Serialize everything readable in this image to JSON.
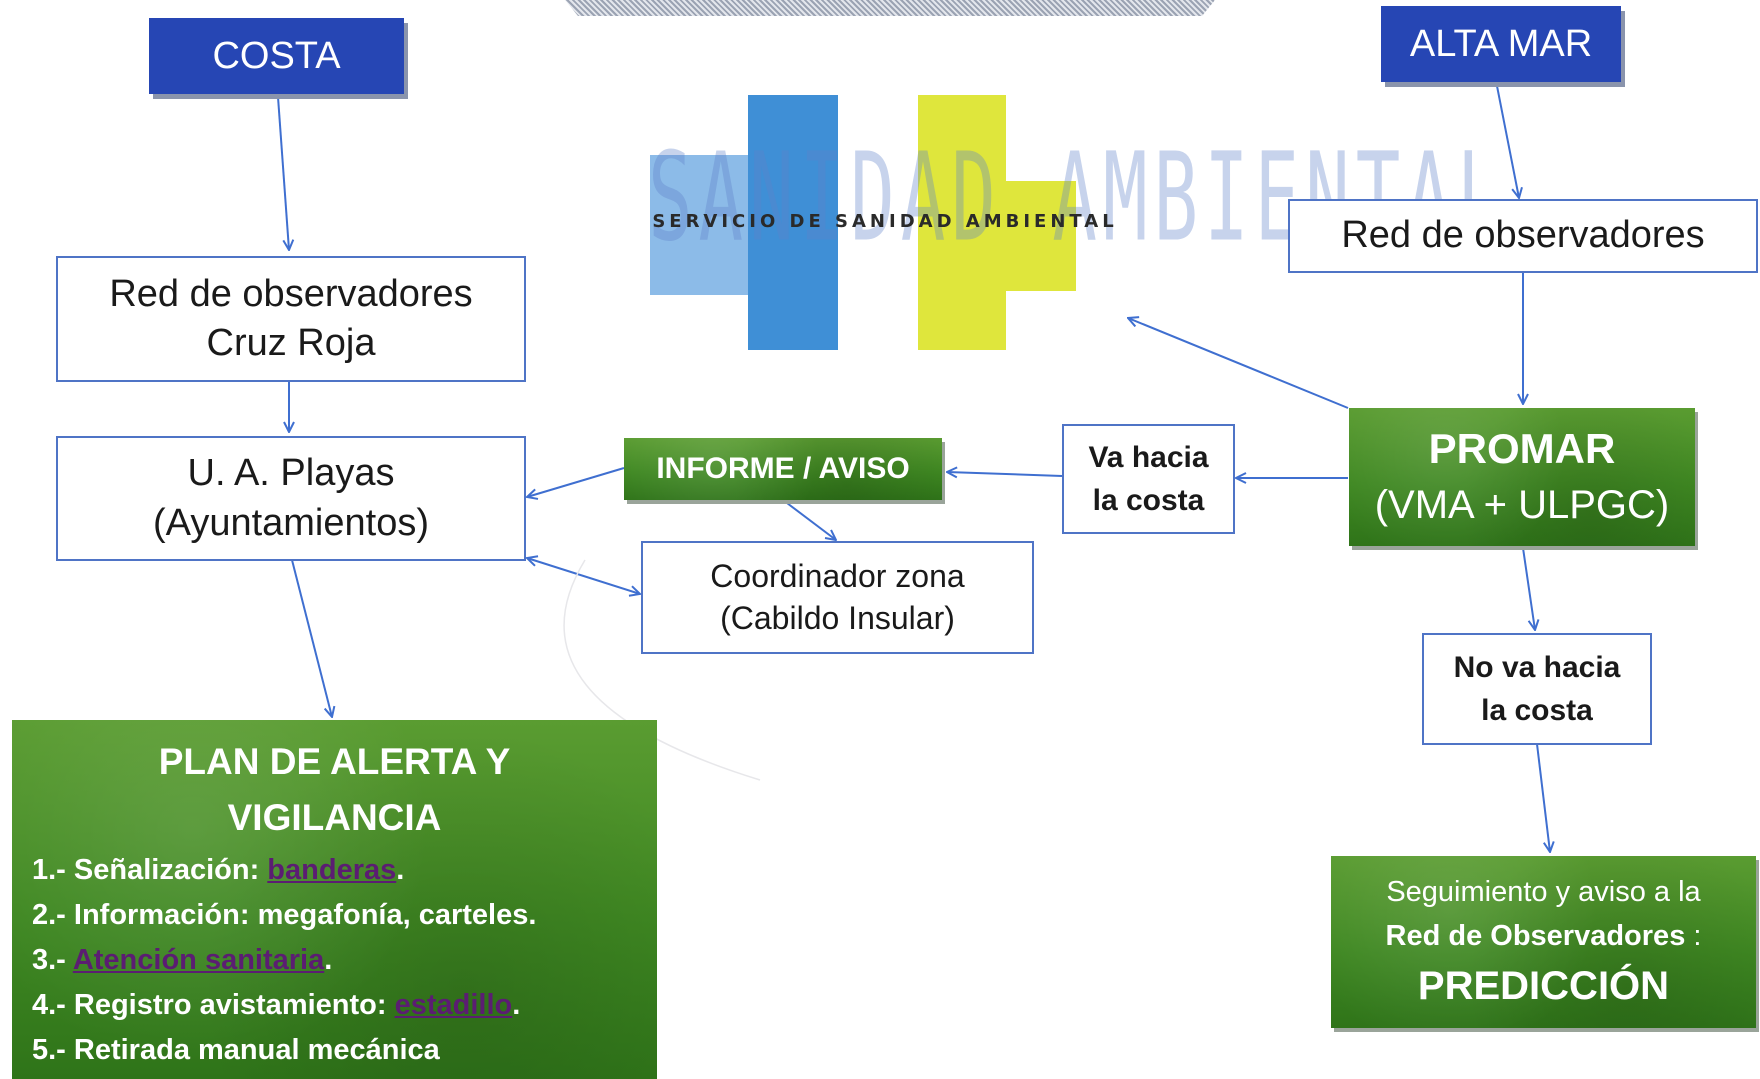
{
  "headers": {
    "left": "COSTA",
    "right": "ALTA MAR"
  },
  "logo": {
    "caption": "SERVICIO DE SANIDAD AMBIENTAL",
    "background_text": "SANIDAD AMBIENTAL",
    "colors": {
      "blue": "#3f8fd6",
      "light_blue": "#8cbbe8",
      "yellow": "#dfe63c"
    }
  },
  "nodes": {
    "red_obs_costa": [
      "Red de observadores",
      "Cruz Roja"
    ],
    "ua_playas": [
      "U. A. Playas",
      "(Ayuntamientos)"
    ],
    "informe_aviso": "INFORME / AVISO",
    "coordinador": [
      "Coordinador zona",
      "(Cabildo Insular)"
    ],
    "va_hacia": [
      "Va hacia",
      "la costa"
    ],
    "red_obs_altamar": "Red de observadores",
    "promar": [
      "PROMAR",
      "(VMA + ULPGC)"
    ],
    "no_va_hacia": [
      "No va hacia",
      "la costa"
    ],
    "seguimiento": [
      "Seguimiento y aviso a la",
      "Red de Observadores",
      ":",
      "PREDICCIÓN"
    ]
  },
  "plan": {
    "title": [
      "PLAN DE ALERTA Y",
      "VIGILANCIA"
    ],
    "items": [
      {
        "prefix": "1.- Señalización: ",
        "link": "banderas",
        "suffix": "."
      },
      {
        "prefix": "2.- Información: megafonía, carteles.",
        "link": "",
        "suffix": ""
      },
      {
        "prefix": "3.- ",
        "link": "Atención sanitaria",
        "suffix": "."
      },
      {
        "prefix": "4.- Registro avistamiento: ",
        "link": "estadillo",
        "suffix": "."
      },
      {
        "prefix": "5.- Retirada manual mecánica",
        "link": "",
        "suffix": ""
      }
    ]
  },
  "colors": {
    "header_blue": "#2646b4",
    "box_border": "#4f74c6",
    "green": "#3f8822",
    "arrow": "#3f6fd0",
    "link_purple": "#5b1d72"
  }
}
